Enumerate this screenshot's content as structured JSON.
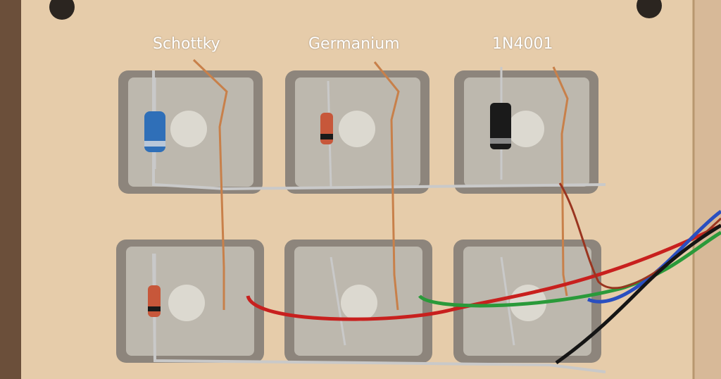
{
  "labels": {
    "schottky": "Schottky",
    "germanium": "Germanium",
    "n4001": "1N4001"
  },
  "colors": {
    "board": "#e6ccaa",
    "switch_housing": "#b9b3aa",
    "switch_rim": "#8d857c",
    "switch_stem": "#d9d6cc",
    "copper_wire": "#c8804a",
    "silver_wire": "#c9c9c9",
    "red_wire": "#c8201e",
    "green_wire": "#2a9a3a",
    "blue_wire": "#2a4fc0",
    "black_wire": "#151515",
    "schottky_body": "#2f6fb8",
    "n4001_body": "#1a1a1a",
    "germanium_body": "#c7573a"
  }
}
